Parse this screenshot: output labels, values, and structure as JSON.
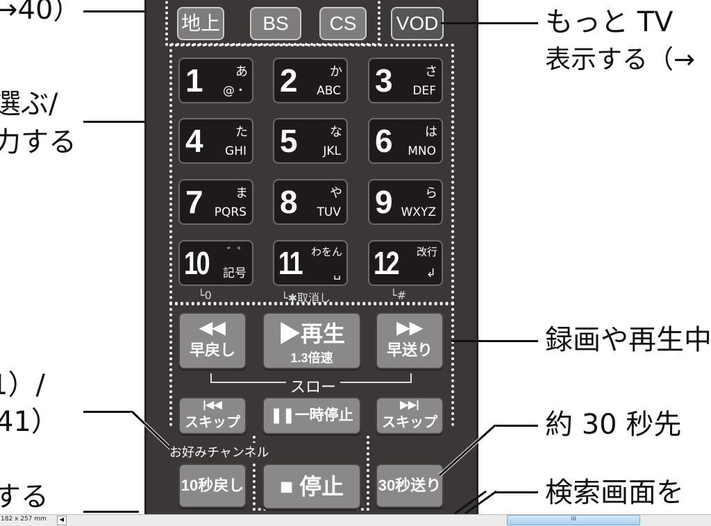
{
  "left_text": [
    "→40）",
    "選ぶ/",
    "力する",
    "1）/",
    "41）",
    "する"
  ],
  "right_text": [
    "もっと TV",
    "表示する（→",
    "録画や再生中",
    "約 30 秒先",
    "検索画面を"
  ],
  "top_buttons": [
    "地上",
    "BS",
    "CS",
    "VOD"
  ],
  "keys": [
    {
      "n": "1",
      "k": "あ",
      "a": "@・"
    },
    {
      "n": "2",
      "k": "か",
      "a": "ABC"
    },
    {
      "n": "3",
      "k": "さ",
      "a": "DEF"
    },
    {
      "n": "4",
      "k": "た",
      "a": "GHI"
    },
    {
      "n": "5",
      "k": "な",
      "a": "JKL"
    },
    {
      "n": "6",
      "k": "は",
      "a": "MNO"
    },
    {
      "n": "7",
      "k": "ま",
      "a": "PQRS"
    },
    {
      "n": "8",
      "k": "や",
      "a": "TUV"
    },
    {
      "n": "9",
      "k": "ら",
      "a": "WXYZ"
    },
    {
      "n": "10",
      "k": "゛゜",
      "a": "記号"
    },
    {
      "n": "11",
      "k": "わをん",
      "a": "␣"
    },
    {
      "n": "12",
      "k": "改行",
      "a": "↲"
    }
  ],
  "key_sub": [
    "└0",
    "└✱取消し",
    "└#"
  ],
  "transport": {
    "rewind": "◀◀",
    "rewind_label": "早戻し",
    "play": "▶再生",
    "play_speed": "1.3倍速",
    "ff": "▶▶",
    "ff_label": "早送り",
    "slow": "スロー",
    "skip_back_icon": "|◀◀",
    "skip_label": "スキップ",
    "pause": "❚❚一時停止",
    "skip_fwd_icon": "▶▶|",
    "favorite": "お好みチャンネル",
    "back10": "10秒戻し",
    "stop": "■ 停止",
    "fwd30": "30秒送り"
  },
  "status": {
    "page_size": "182 x 257 mm",
    "scroll_thumb": "III"
  }
}
